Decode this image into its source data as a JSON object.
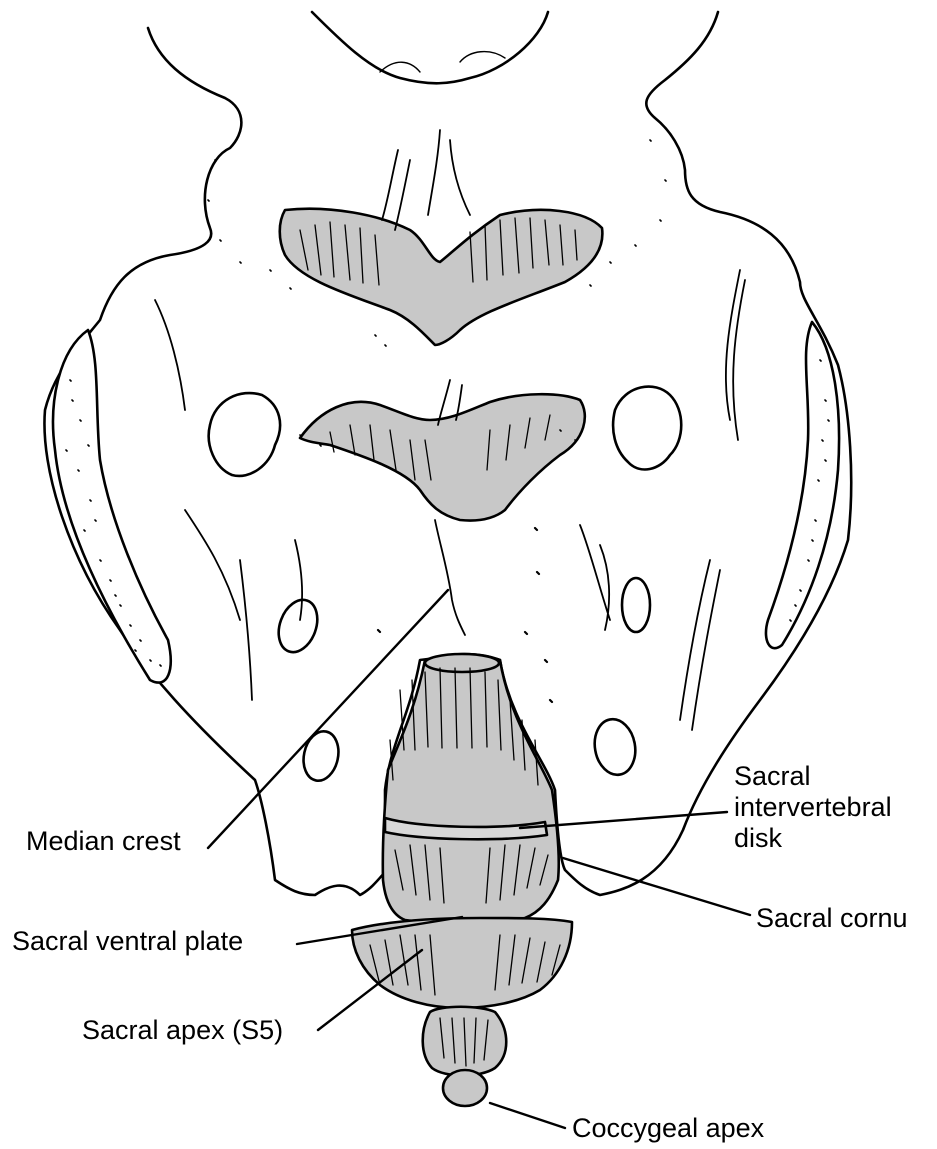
{
  "colors": {
    "ink": "#000000",
    "bone_fill": "#ffffff",
    "cartilage_fill": "#c8c8c8",
    "background": "#ffffff"
  },
  "labels": {
    "median_crest": "Median crest",
    "intervertebral_disk": [
      "Sacral",
      "intervertebral",
      "disk"
    ],
    "sacral_cornu": "Sacral cornu",
    "ventral_plate": "Sacral ventral plate",
    "sacral_apex": "Sacral apex (S5)",
    "coccygeal_apex": "Coccygeal apex"
  }
}
